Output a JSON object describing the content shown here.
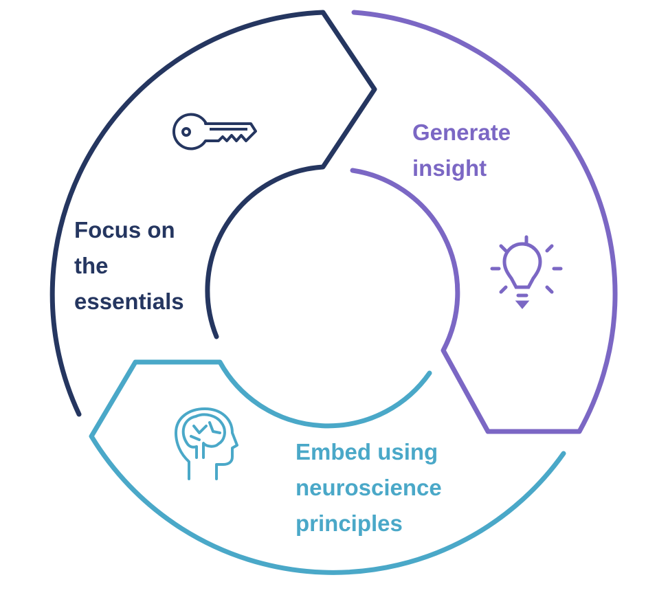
{
  "colors": {
    "focus": "#253660",
    "insight": "#7b67c4",
    "embed": "#4aa8c8"
  },
  "segments": [
    {
      "icon": "key-icon",
      "lines": [
        "Focus on",
        "the",
        "essentials"
      ]
    },
    {
      "icon": "lightbulb-icon",
      "lines": [
        "Generate",
        "insight"
      ]
    },
    {
      "icon": "brain-head-icon",
      "lines": [
        "Embed using",
        "neuroscience",
        "principles"
      ]
    }
  ]
}
